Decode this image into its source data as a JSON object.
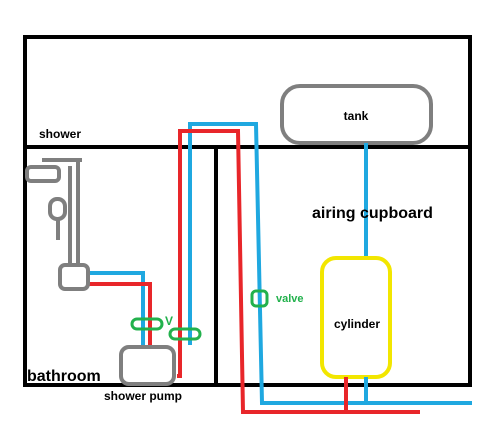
{
  "labels": {
    "shower": "shower",
    "tank": "tank",
    "airing_cupboard": "airing cupboard",
    "valve": "valve",
    "valve_marker": "V",
    "cylinder": "cylinder",
    "bathroom": "bathroom",
    "shower_pump": "shower pump"
  },
  "colors": {
    "structure": "#000000",
    "component_outline": "#7f7f7f",
    "cold_pipe": "#1fa8e0",
    "hot_pipe": "#e8262a",
    "valve": "#22b14c",
    "cylinder_outline": "#f2e600"
  },
  "icons": [
    "shower-head-icon",
    "shower-mixer-icon",
    "valve-icon"
  ]
}
